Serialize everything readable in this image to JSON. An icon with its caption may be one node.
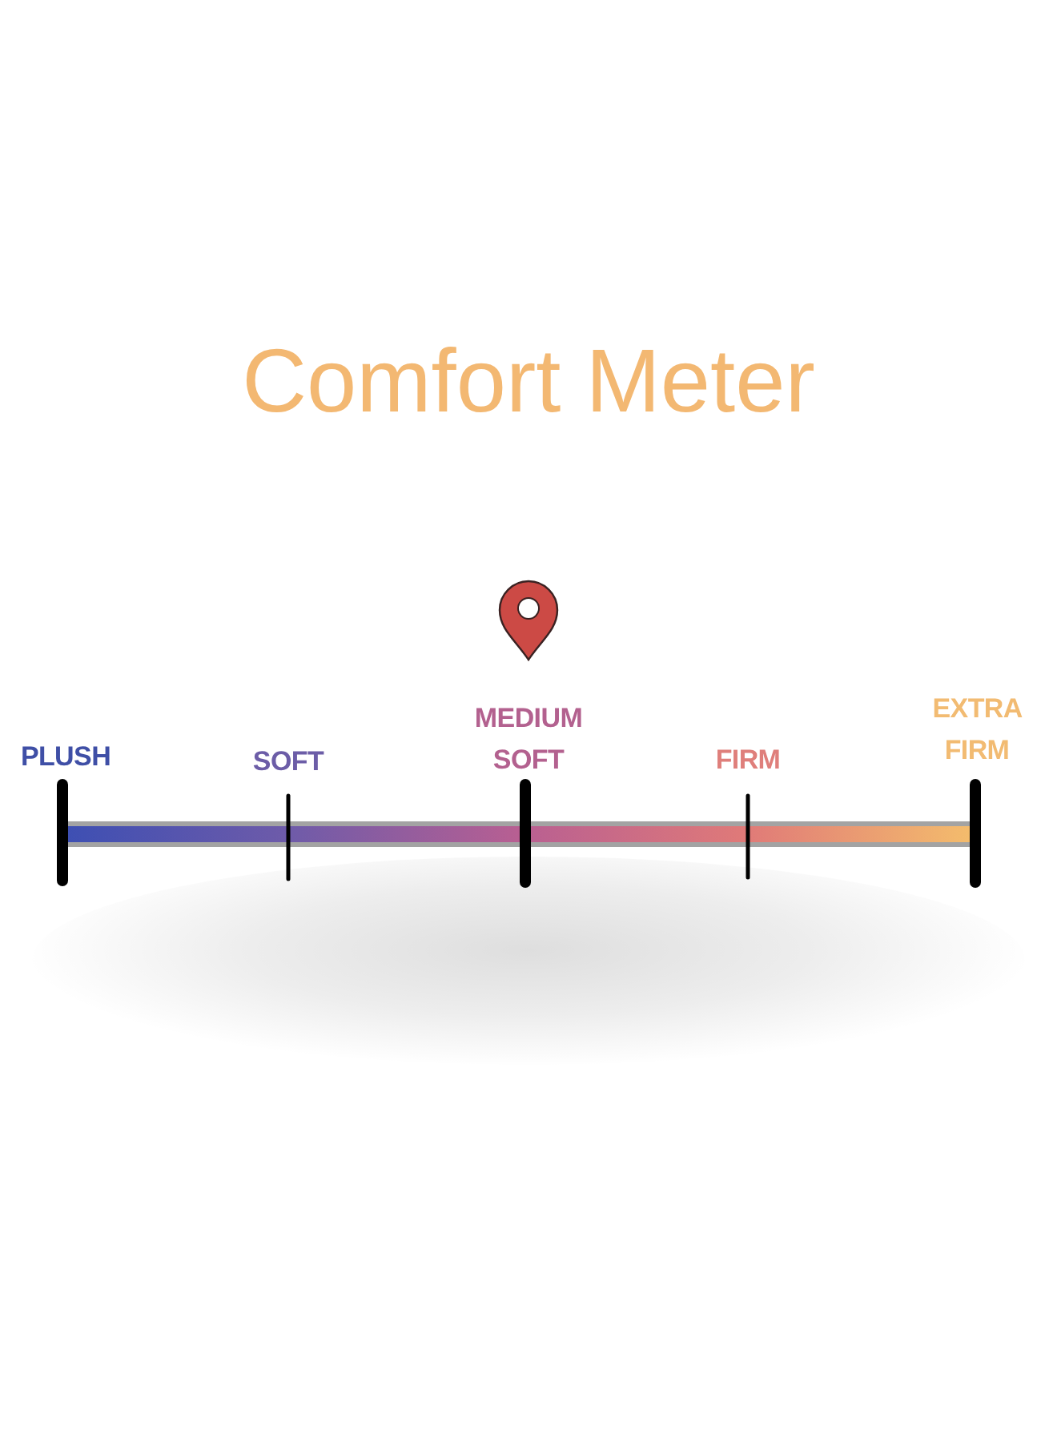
{
  "diagram": {
    "title": "Comfort Meter",
    "labels": [
      "PLUSH",
      "SOFT",
      "MEDIUM SOFT",
      "FIRM",
      "EXTRA FIRM"
    ]
  }
}
